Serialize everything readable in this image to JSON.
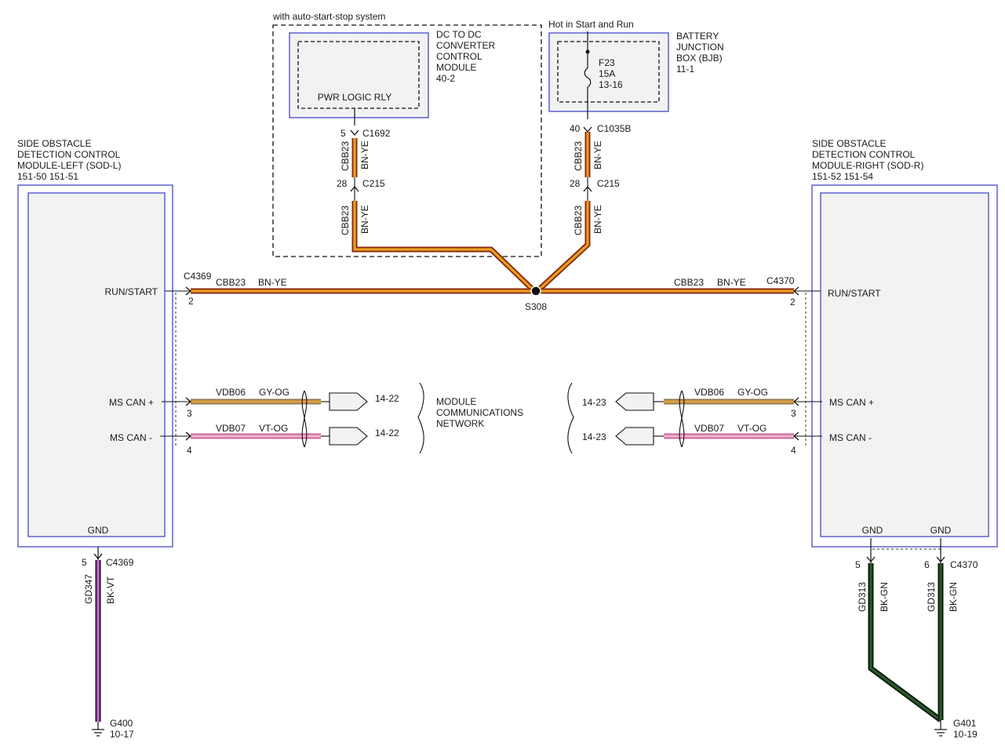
{
  "colors": {
    "bn_ye": [
      "#8a2a12",
      "#e8a020",
      "#8a2a12"
    ],
    "gy_og": [
      "#8c7a50",
      "#e0a040",
      "#8c7a50"
    ],
    "vt_og": [
      "#c6669e",
      "#f0b0c8",
      "#c6669e"
    ],
    "bk_vt": [
      "#2a0a2a",
      "#c070d0",
      "#2a0a2a"
    ],
    "bk_gn": [
      "#0a1a0a",
      "#2a5a2a",
      "#0a1a0a"
    ],
    "module_border": "#3a3ac8",
    "module_fill": "#f2f2f2"
  },
  "sod_left": {
    "title1": "SIDE OBSTACLE",
    "title2": "DETECTION CONTROL",
    "title3": "MODULE-LEFT (SOD-L)",
    "refs": "151-50  151-51",
    "pin_run": "RUN/START",
    "pin_can_plus": "MS CAN +",
    "pin_can_minus": "MS CAN -",
    "pin_gnd": "GND"
  },
  "sod_right": {
    "title1": "SIDE OBSTACLE",
    "title2": "DETECTION CONTROL",
    "title3": "MODULE-RIGHT (SOD-R)",
    "refs": "151-52  151-54",
    "pin_run": "RUN/START",
    "pin_can_plus": "MS CAN +",
    "pin_can_minus": "MS CAN -",
    "pin_gnd1": "GND",
    "pin_gnd2": "GND"
  },
  "dcdc": {
    "option_label": "with auto-start-stop system",
    "title1": "DC TO DC",
    "title2": "CONVERTER",
    "title3": "CONTROL",
    "title4": "MODULE",
    "ref": "40-2",
    "relay": "PWR LOGIC RLY",
    "pin": "5",
    "connector": "C1692"
  },
  "bjb": {
    "hot_label": "Hot in Start and Run",
    "title1": "BATTERY",
    "title2": "JUNCTION",
    "title3": "BOX (BJB)",
    "ref": "11-1",
    "fuse": "F23",
    "amps": "15A",
    "fuse_ref": "13-16",
    "pin": "40",
    "connector": "C1035B"
  },
  "c215_left": {
    "pin": "28",
    "connector": "C215"
  },
  "c215_right": {
    "pin": "28",
    "connector": "C215"
  },
  "wires": {
    "dcdc_upper": {
      "circuit": "CBB23",
      "color": "BN-YE"
    },
    "dcdc_lower": {
      "circuit": "CBB23",
      "color": "BN-YE"
    },
    "bjb_upper": {
      "circuit": "CBB23",
      "color": "BN-YE"
    },
    "bjb_lower": {
      "circuit": "CBB23",
      "color": "BN-YE"
    },
    "run_left": {
      "circuit": "CBB23",
      "color": "BN-YE",
      "connector": "C4369",
      "pin": "2"
    },
    "run_right": {
      "circuit": "CBB23",
      "color": "BN-YE",
      "connector": "C4370",
      "pin": "2"
    },
    "can_plus_left": {
      "circuit": "VDB06",
      "color": "GY-OG",
      "pin": "3",
      "ref": "14-22"
    },
    "can_minus_left": {
      "circuit": "VDB07",
      "color": "VT-OG",
      "pin": "4",
      "ref": "14-22"
    },
    "can_plus_right": {
      "circuit": "VDB06",
      "color": "GY-OG",
      "pin": "3",
      "ref": "14-23"
    },
    "can_minus_right": {
      "circuit": "VDB07",
      "color": "VT-OG",
      "pin": "4",
      "ref": "14-23"
    },
    "gnd_left": {
      "circuit": "GD347",
      "color": "BK-VT",
      "pin": "5",
      "connector": "C4369"
    },
    "gnd_right1": {
      "circuit": "GD313",
      "color": "BK-GN",
      "pin": "5"
    },
    "gnd_right2": {
      "circuit": "GD313",
      "color": "BK-GN",
      "pin": "6",
      "connector": "C4370"
    }
  },
  "splice": "S308",
  "network": {
    "line1": "MODULE",
    "line2": "COMMUNICATIONS",
    "line3": "NETWORK"
  },
  "grounds": {
    "left": {
      "name": "G400",
      "ref": "10-17"
    },
    "right": {
      "name": "G401",
      "ref": "10-19"
    }
  }
}
